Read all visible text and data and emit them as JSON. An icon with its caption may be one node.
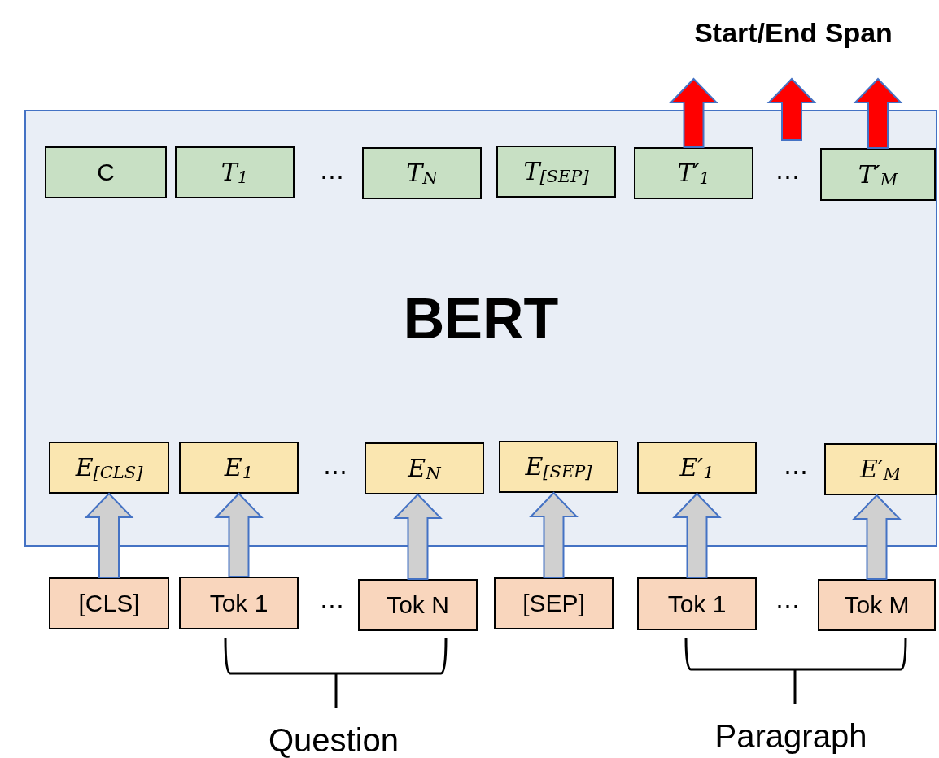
{
  "diagram": {
    "nodes": [
      {
        "text": [
          "BERT"
        ]
      },
      {
        "text": [
          "C"
        ],
        "in": 0
      },
      {
        "text": [
          "T$_{1}$"
        ],
        "in": 0
      },
      {
        "text": [
          "T$_{N}$"
        ],
        "in": 0
      },
      {
        "text": [
          "T$_{[SEP]}$"
        ],
        "in": 0
      },
      {
        "text": [
          "T′$_{1}$"
        ],
        "in": 0
      },
      {
        "text": [
          "T′$_{M}$"
        ],
        "in": 0
      },
      {
        "text": [
          "E$_{[CLS]}$"
        ],
        "in": 0
      },
      {
        "text": [
          "E$_{1}$"
        ],
        "in": 0
      },
      {
        "text": [
          "E$_{N}$"
        ],
        "in": 0
      },
      {
        "text": [
          "E$_{[SEP]}$"
        ],
        "in": 0
      },
      {
        "text": [
          "E′$_{1}$"
        ],
        "in": 0
      },
      {
        "text": [
          "E′$_{M}$"
        ],
        "in": 0
      },
      {
        "text": [
          "[CLS]"
        ]
      },
      {
        "text": [
          "Tok 1"
        ]
      },
      {
        "text": [
          "Tok N"
        ]
      },
      {
        "text": [
          "[SEP]"
        ]
      },
      {
        "text": [
          "Tok 1"
        ]
      },
      {
        "text": [
          "Tok M"
        ]
      }
    ],
    "edges": [
      {
        "from": 13,
        "to": 7,
        "arrow": "to",
        "style": "thick"
      },
      {
        "from": 14,
        "to": 8,
        "arrow": "to",
        "style": "thick"
      },
      {
        "from": 15,
        "to": 9,
        "arrow": "to",
        "style": "thick"
      },
      {
        "from": 16,
        "to": 10,
        "arrow": "to",
        "style": "thick"
      },
      {
        "from": 17,
        "to": 11,
        "arrow": "to",
        "style": "thick"
      },
      {
        "from": 18,
        "to": 12,
        "arrow": "to",
        "style": "thick"
      },
      {
        "from": 5,
        "to": null,
        "arrow": "to",
        "style": "thick",
        "color": "#ff0000"
      },
      {
        "from": 0,
        "to": null,
        "arrow": "to",
        "style": "thick",
        "color": "#ff0000"
      },
      {
        "from": 6,
        "to": null,
        "arrow": "to",
        "style": "thick",
        "color": "#ff0000"
      }
    ],
    "labels": [
      "Start/End Span",
      "⋯",
      "⋯",
      "⋯",
      "⋯",
      "⋯",
      "⋯",
      "Question",
      "Paragraph"
    ]
  }
}
